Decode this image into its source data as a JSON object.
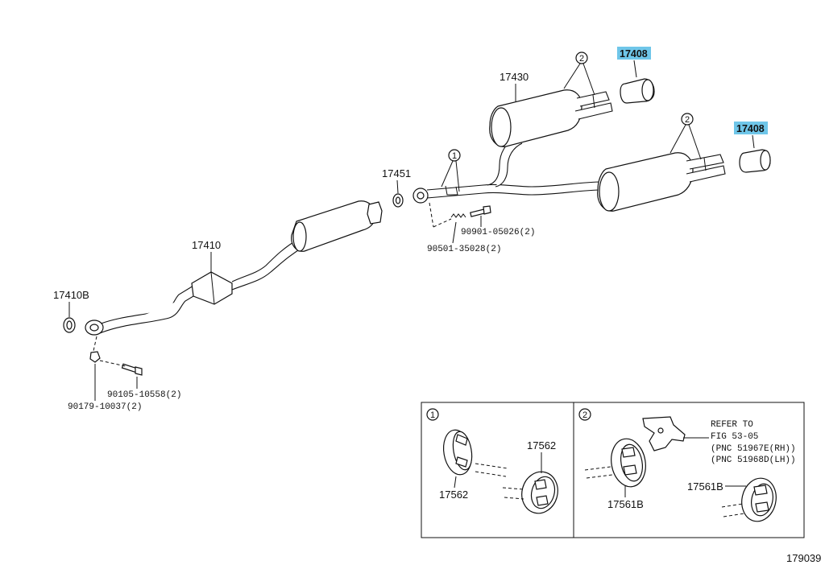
{
  "labels": {
    "p17408_top": "17408",
    "p17408_right": "17408",
    "p17430": "17430",
    "p17451": "17451",
    "p17410": "17410",
    "p17410b": "17410B",
    "bolt_90901": "90901-05026(2)",
    "bolt_90501": "90501-35028(2)",
    "bolt_90105": "90105-10558(2)",
    "nut_90179": "90179-10037(2)",
    "call1": "1",
    "call2a": "2",
    "call2b": "2"
  },
  "inset1": {
    "number": "1",
    "part_a": "17562",
    "part_b": "17562"
  },
  "inset2": {
    "number": "2",
    "part_a": "17561B",
    "part_b": "17561B",
    "refer_line1": "REFER TO",
    "refer_line2": "FIG 53-05",
    "refer_line3": "(PNC 51967E(RH))",
    "refer_line4": "(PNC 51968D(LH))"
  },
  "figure_id": "179039",
  "colors": {
    "highlight": "#6fc6e9"
  }
}
